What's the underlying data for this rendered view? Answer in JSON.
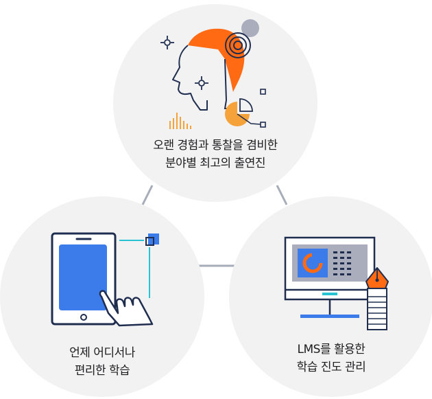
{
  "colors": {
    "navy": "#1f2d4f",
    "orange": "#ff6a13",
    "amber": "#f6a23a",
    "blue": "#3c7bea",
    "teal": "#27c2d3",
    "gray_circle": "#a9adbc",
    "bg_circle": "#f2f2f3",
    "connector": "#a6adb8"
  },
  "features": [
    {
      "icon": "expert-head-icon",
      "line1": "오랜 경험과 통찰을 겸비한",
      "line2": "분야별 최고의 출연진"
    },
    {
      "icon": "tablet-touch-icon",
      "line1": "언제 어디서나",
      "line2": "편리한 학습"
    },
    {
      "icon": "lms-monitor-icon",
      "line1": "LMS를 활용한",
      "line2": "학습 진도 관리"
    }
  ]
}
